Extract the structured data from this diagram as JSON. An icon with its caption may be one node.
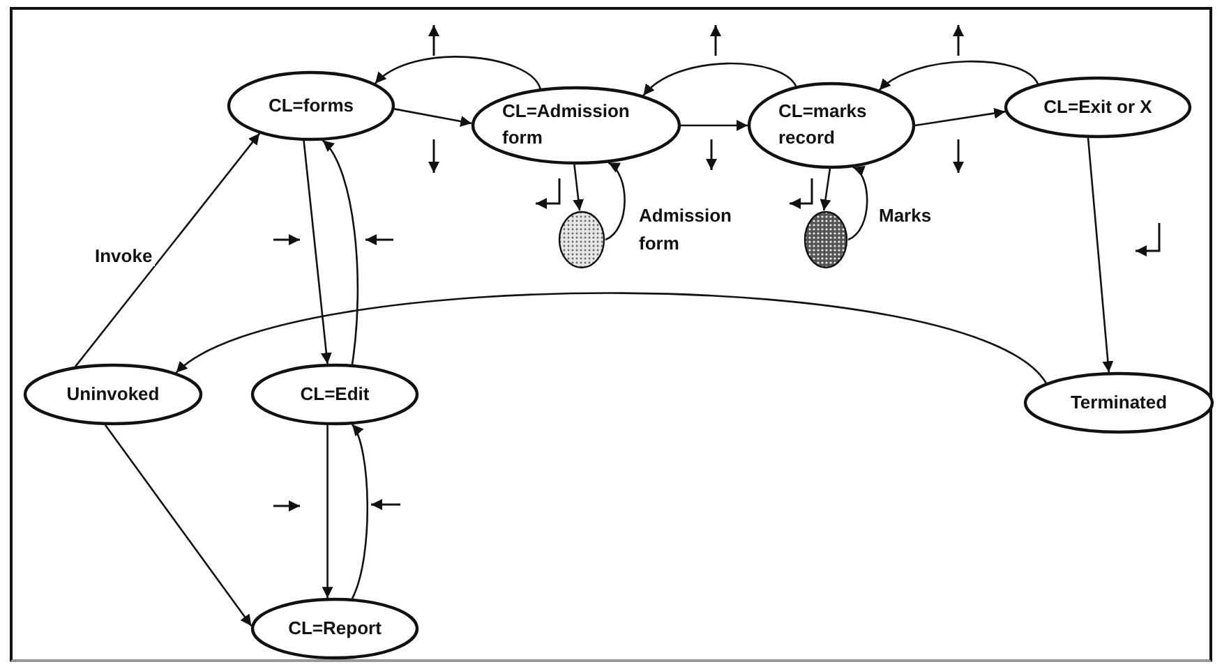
{
  "diagram": {
    "nodes": [
      {
        "text": [
          "CL=forms"
        ]
      },
      {
        "text": [
          "CL=Admission form"
        ]
      },
      {
        "text": [
          "CL=marks record"
        ]
      },
      {
        "text": [
          "CL=Exit or X"
        ]
      },
      {
        "text": [
          "Uninvoked"
        ]
      },
      {
        "text": [
          "CL=Edit"
        ]
      },
      {
        "text": [
          "Terminated"
        ]
      },
      {
        "text": [
          "CL=Report"
        ]
      },
      {
        "text": [],
        "shape": "ellipse",
        "beside": [
          "Admission form"
        ]
      },
      {
        "text": [],
        "shape": "ellipse",
        "beside": [
          "Marks"
        ]
      }
    ],
    "edges": [
      {
        "from": 4,
        "to": 0,
        "arrow": "to",
        "label": "Invoke"
      },
      {
        "from": 0,
        "to": 1,
        "arrow": "to"
      },
      {
        "from": 1,
        "to": 0,
        "arrow": "to"
      },
      {
        "from": 1,
        "to": 2,
        "arrow": "to"
      },
      {
        "from": 2,
        "to": 1,
        "arrow": "to"
      },
      {
        "from": 2,
        "to": 3,
        "arrow": "to"
      },
      {
        "from": 3,
        "to": 2,
        "arrow": "to"
      },
      {
        "from": 1,
        "to": 8,
        "arrow": "to"
      },
      {
        "from": 8,
        "to": 1,
        "arrow": "to"
      },
      {
        "from": 2,
        "to": 9,
        "arrow": "to"
      },
      {
        "from": 9,
        "to": 2,
        "arrow": "to"
      },
      {
        "from": 0,
        "to": 5,
        "arrow": "to"
      },
      {
        "from": 5,
        "to": 0,
        "arrow": "to"
      },
      {
        "from": 6,
        "to": 4,
        "arrow": "to"
      },
      {
        "from": 3,
        "to": 6,
        "arrow": "to"
      },
      {
        "from": 4,
        "to": 7,
        "arrow": "to"
      },
      {
        "from": 5,
        "to": 7,
        "arrow": "to"
      },
      {
        "from": 7,
        "to": 5,
        "arrow": "to"
      }
    ]
  }
}
